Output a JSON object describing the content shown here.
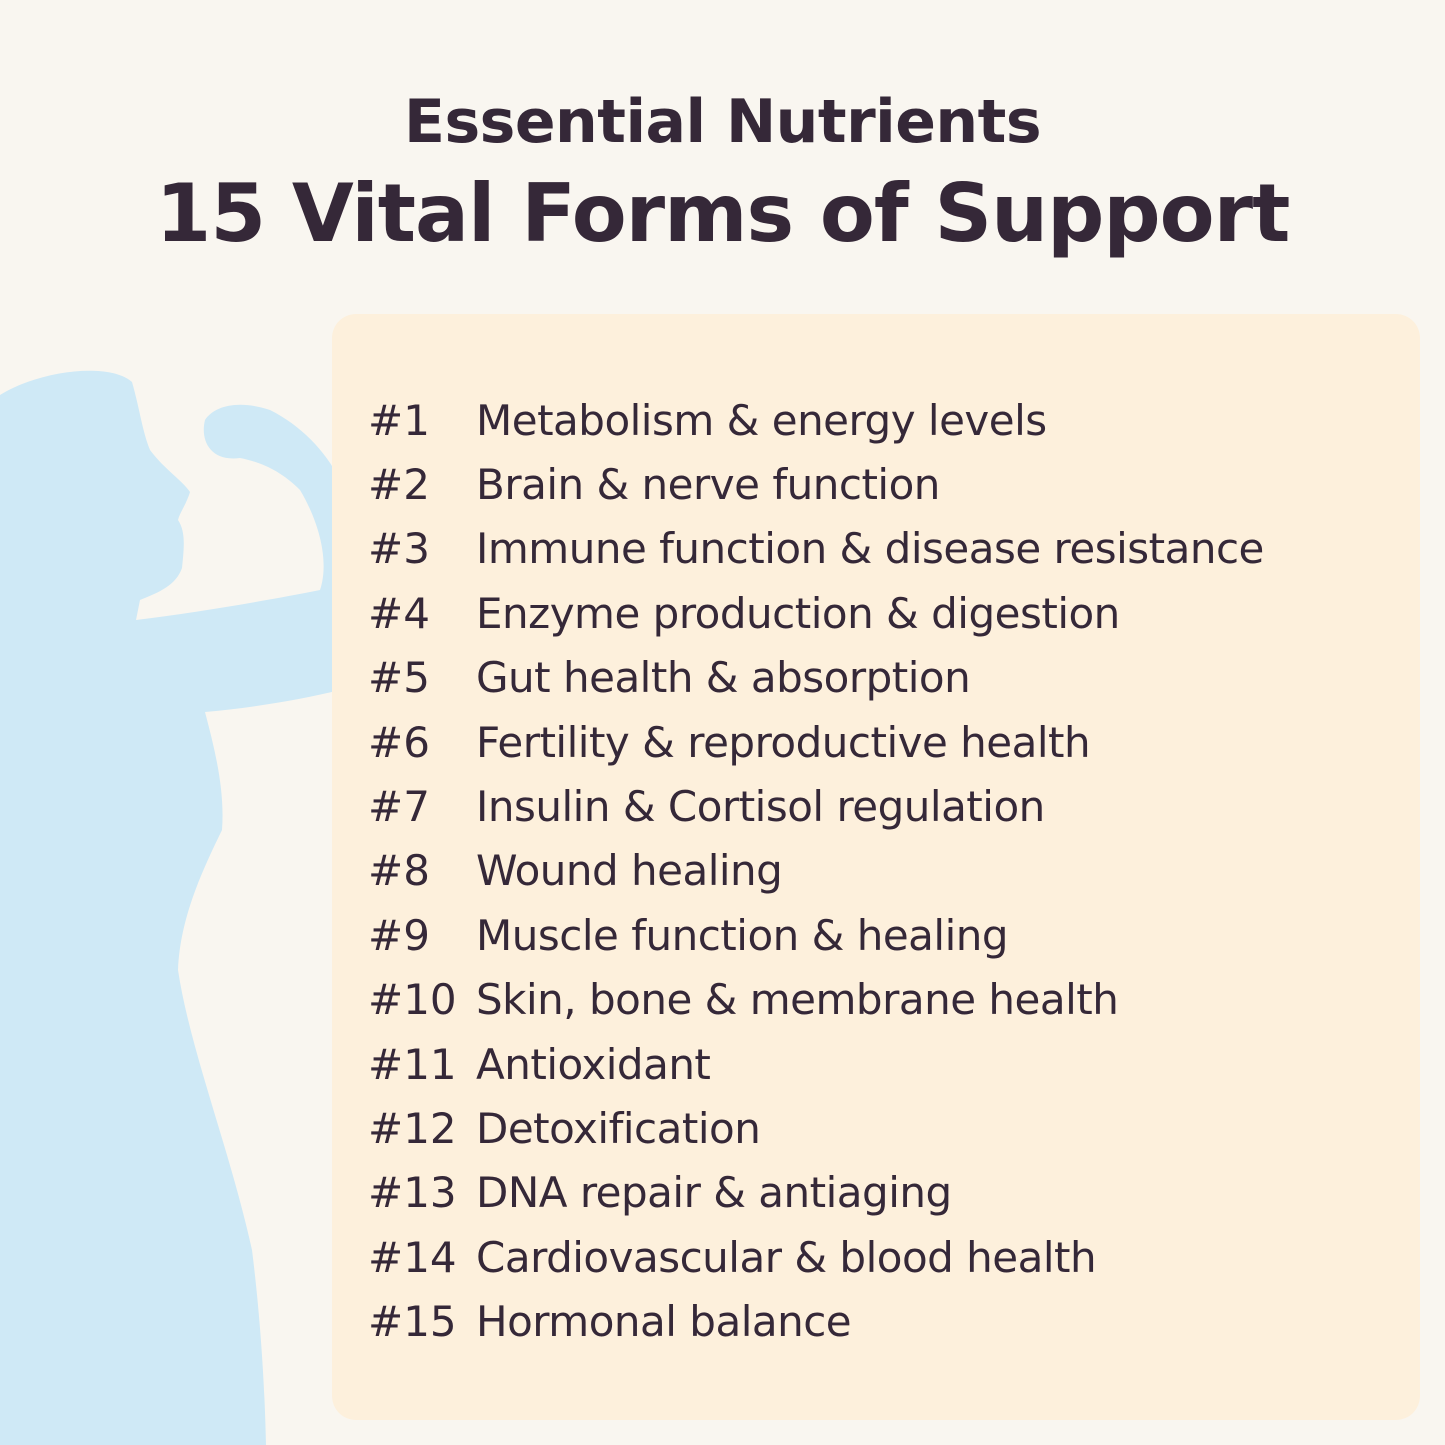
{
  "header": {
    "subtitle": "Essential Nutrients",
    "title": "15 Vital Forms of Support"
  },
  "colors": {
    "background": "#f9f6f0",
    "panel": "#fdf0dc",
    "text": "#352838",
    "silhouette": "#cfe9f6"
  },
  "illustration": "woman-flexing-silhouette-icon",
  "benefits": [
    {
      "num": "#1",
      "label": "Metabolism & energy levels"
    },
    {
      "num": "#2",
      "label": "Brain & nerve function"
    },
    {
      "num": "#3",
      "label": "Immune function & disease resistance"
    },
    {
      "num": "#4",
      "label": "Enzyme production & digestion"
    },
    {
      "num": "#5",
      "label": "Gut health & absorption"
    },
    {
      "num": "#6",
      "label": "Fertility & reproductive health"
    },
    {
      "num": "#7",
      "label": "Insulin & Cortisol regulation"
    },
    {
      "num": "#8",
      "label": "Wound healing"
    },
    {
      "num": "#9",
      "label": "Muscle function & healing"
    },
    {
      "num": "#10",
      "label": "Skin, bone & membrane health"
    },
    {
      "num": "#11",
      "label": "Antioxidant"
    },
    {
      "num": "#12",
      "label": "Detoxification"
    },
    {
      "num": "#13",
      "label": "DNA repair & antiaging"
    },
    {
      "num": "#14",
      "label": "Cardiovascular & blood health"
    },
    {
      "num": "#15",
      "label": "Hormonal balance"
    }
  ]
}
